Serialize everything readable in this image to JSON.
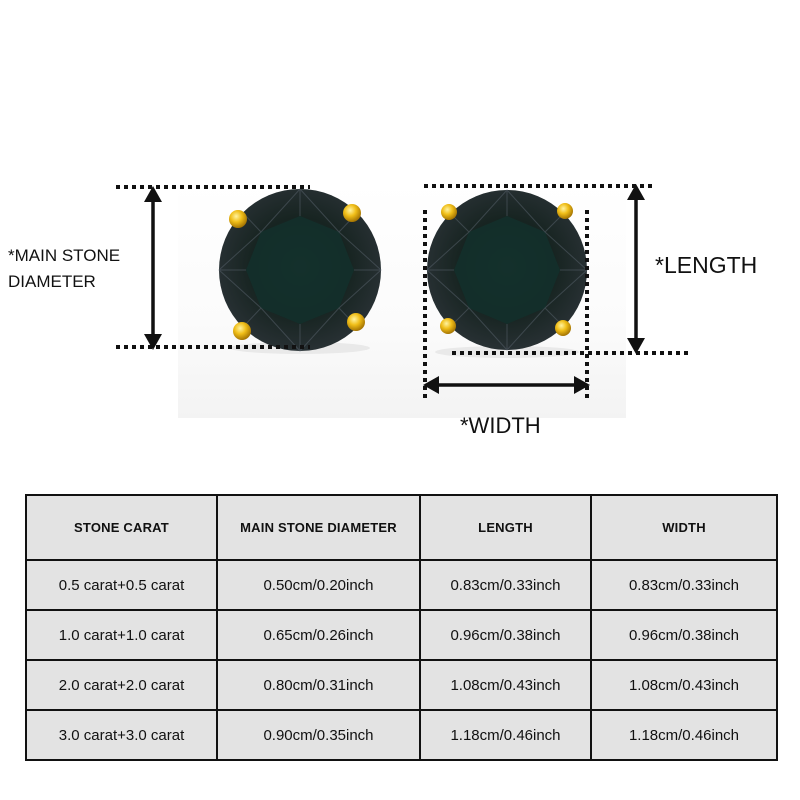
{
  "labels": {
    "main_stone_diameter": [
      "*MAIN STONE",
      "DIAMETER"
    ],
    "length": "*LENGTH",
    "width": "*WIDTH"
  },
  "colors": {
    "stone": "#1c2a28",
    "gold": "#e6b012",
    "table_fill": "#e3e3e3",
    "lines": "#111111"
  },
  "table": {
    "headers": [
      "STONE CARAT",
      "MAIN STONE DIAMETER",
      "LENGTH",
      "WIDTH"
    ],
    "rows": [
      [
        "0.5 carat+0.5 carat",
        "0.50cm/0.20inch",
        "0.83cm/0.33inch",
        "0.83cm/0.33inch"
      ],
      [
        "1.0 carat+1.0 carat",
        "0.65cm/0.26inch",
        "0.96cm/0.38inch",
        "0.96cm/0.38inch"
      ],
      [
        "2.0 carat+2.0 carat",
        "0.80cm/0.31inch",
        "1.08cm/0.43inch",
        "1.08cm/0.43inch"
      ],
      [
        "3.0 carat+3.0 carat",
        "0.90cm/0.35inch",
        "1.18cm/0.46inch",
        "1.18cm/0.46inch"
      ]
    ]
  }
}
